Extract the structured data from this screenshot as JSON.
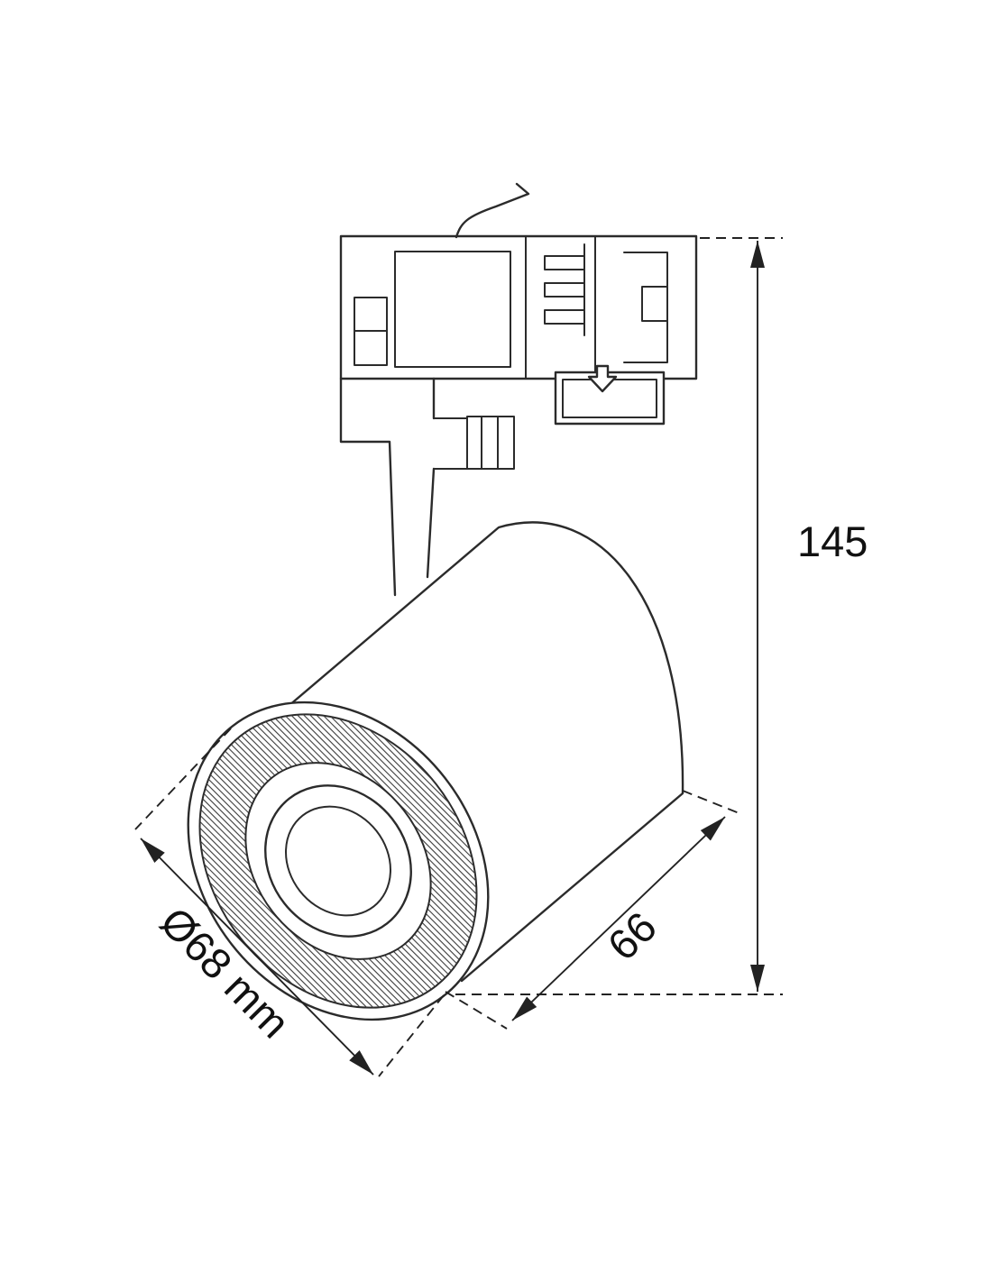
{
  "diagram": {
    "labels": {
      "height": "145",
      "body_length": "66",
      "diameter": "Ø68 mm"
    },
    "colors": {
      "line": "#2b2b2b",
      "background": "#ffffff",
      "dimension": "#222222"
    }
  }
}
